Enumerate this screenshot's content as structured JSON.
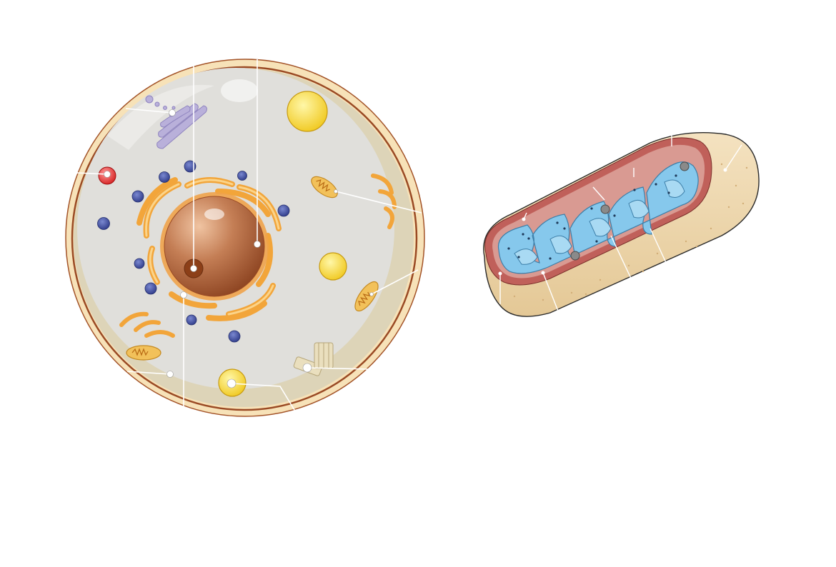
{
  "diagram": {
    "panels": [
      {
        "id": "animal-cell"
      },
      {
        "id": "mitochondrion"
      }
    ]
  },
  "colors": {
    "background": "#ffffff",
    "cell_membrane": "#9a4a24",
    "cell_rim": "#f7e2b8",
    "cytoplasm": "#e0dfdb",
    "cytoplasm_shade": "#ddd4b8",
    "nucleus": "#b56a44",
    "nucleolus": "#8c3f18",
    "endoplasmic_reticulum": "#f2a53a",
    "golgi": "#b4aad6",
    "ribosome": "#3f4d9a",
    "lysosome": "#e03030",
    "vesicle": "#f4d43a",
    "mitochondrion_outer": "#ead2a2",
    "mitochondrion_membrane": "#b85a52",
    "mitochondrion_matrix": "#86c8ec",
    "leader_line": "#ffffff"
  },
  "icons": [
    "leader-dot",
    "callout-line"
  ]
}
